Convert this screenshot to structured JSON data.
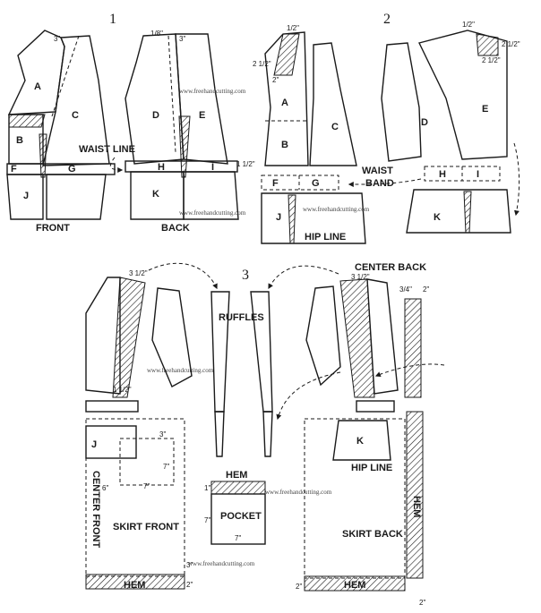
{
  "panels": {
    "p1": {
      "number": "1",
      "pieces": [
        "A",
        "B",
        "C",
        "D",
        "E",
        "F",
        "G",
        "H",
        "I",
        "J",
        "K"
      ],
      "measures": [
        "3\"",
        "1/8\"",
        "3\"",
        "1 1/2\""
      ],
      "waist_line": "WAIST LINE",
      "front": "FRONT",
      "back": "BACK"
    },
    "p2": {
      "number": "2",
      "pieces": [
        "A",
        "B",
        "C",
        "D",
        "E",
        "F",
        "G",
        "H",
        "I",
        "J",
        "K"
      ],
      "measures": [
        "1/2\"",
        "2 1/2\"",
        "2\"",
        "1/2\"",
        "2 1/2\"",
        "2 1/2\""
      ],
      "waist": "WAIST",
      "band": "BAND",
      "hip_line": "HIP LINE"
    },
    "p3": {
      "number": "3",
      "center_back": "CENTER BACK",
      "ruffles": "RUFFLES",
      "center_front": "CENTER FRONT",
      "skirt_front": "SKIRT FRONT",
      "skirt_back": "SKIRT BACK",
      "pocket": "POCKET",
      "hem": "HEM",
      "hip_line": "HIP LINE",
      "pieces": [
        "J",
        "K"
      ],
      "measures": [
        "3 1/2\"",
        "3 1/2\"",
        "3/4\"",
        "2\"",
        "3\"",
        "7\"",
        "6\"",
        "7\"",
        "1\"",
        "7\"",
        "7\"",
        "3\"",
        "2\"",
        "2\"",
        "2\"",
        "1 1/2\""
      ]
    }
  },
  "watermark": "www.freehandcutting.com"
}
